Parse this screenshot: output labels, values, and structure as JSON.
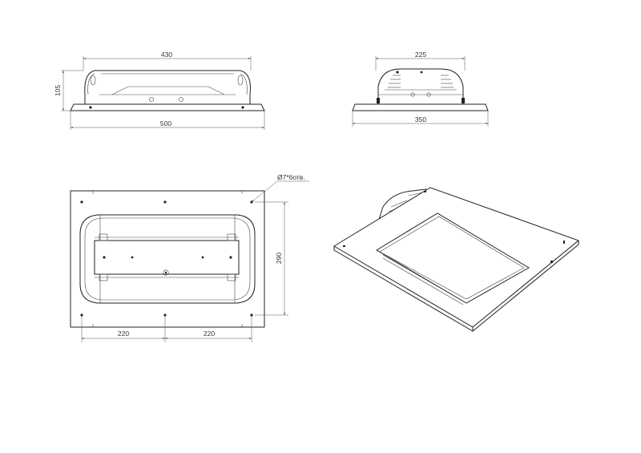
{
  "drawing": {
    "side_view": {
      "dim_width_top": "430",
      "dim_height": "105",
      "dim_width_bottom": "500"
    },
    "end_view": {
      "dim_width_top": "225",
      "dim_width_bottom": "350"
    },
    "top_view": {
      "hole_callout": "Ø7*6отв.",
      "dim_height": "290",
      "dim_spacing_left": "220",
      "dim_spacing_right": "220"
    }
  }
}
